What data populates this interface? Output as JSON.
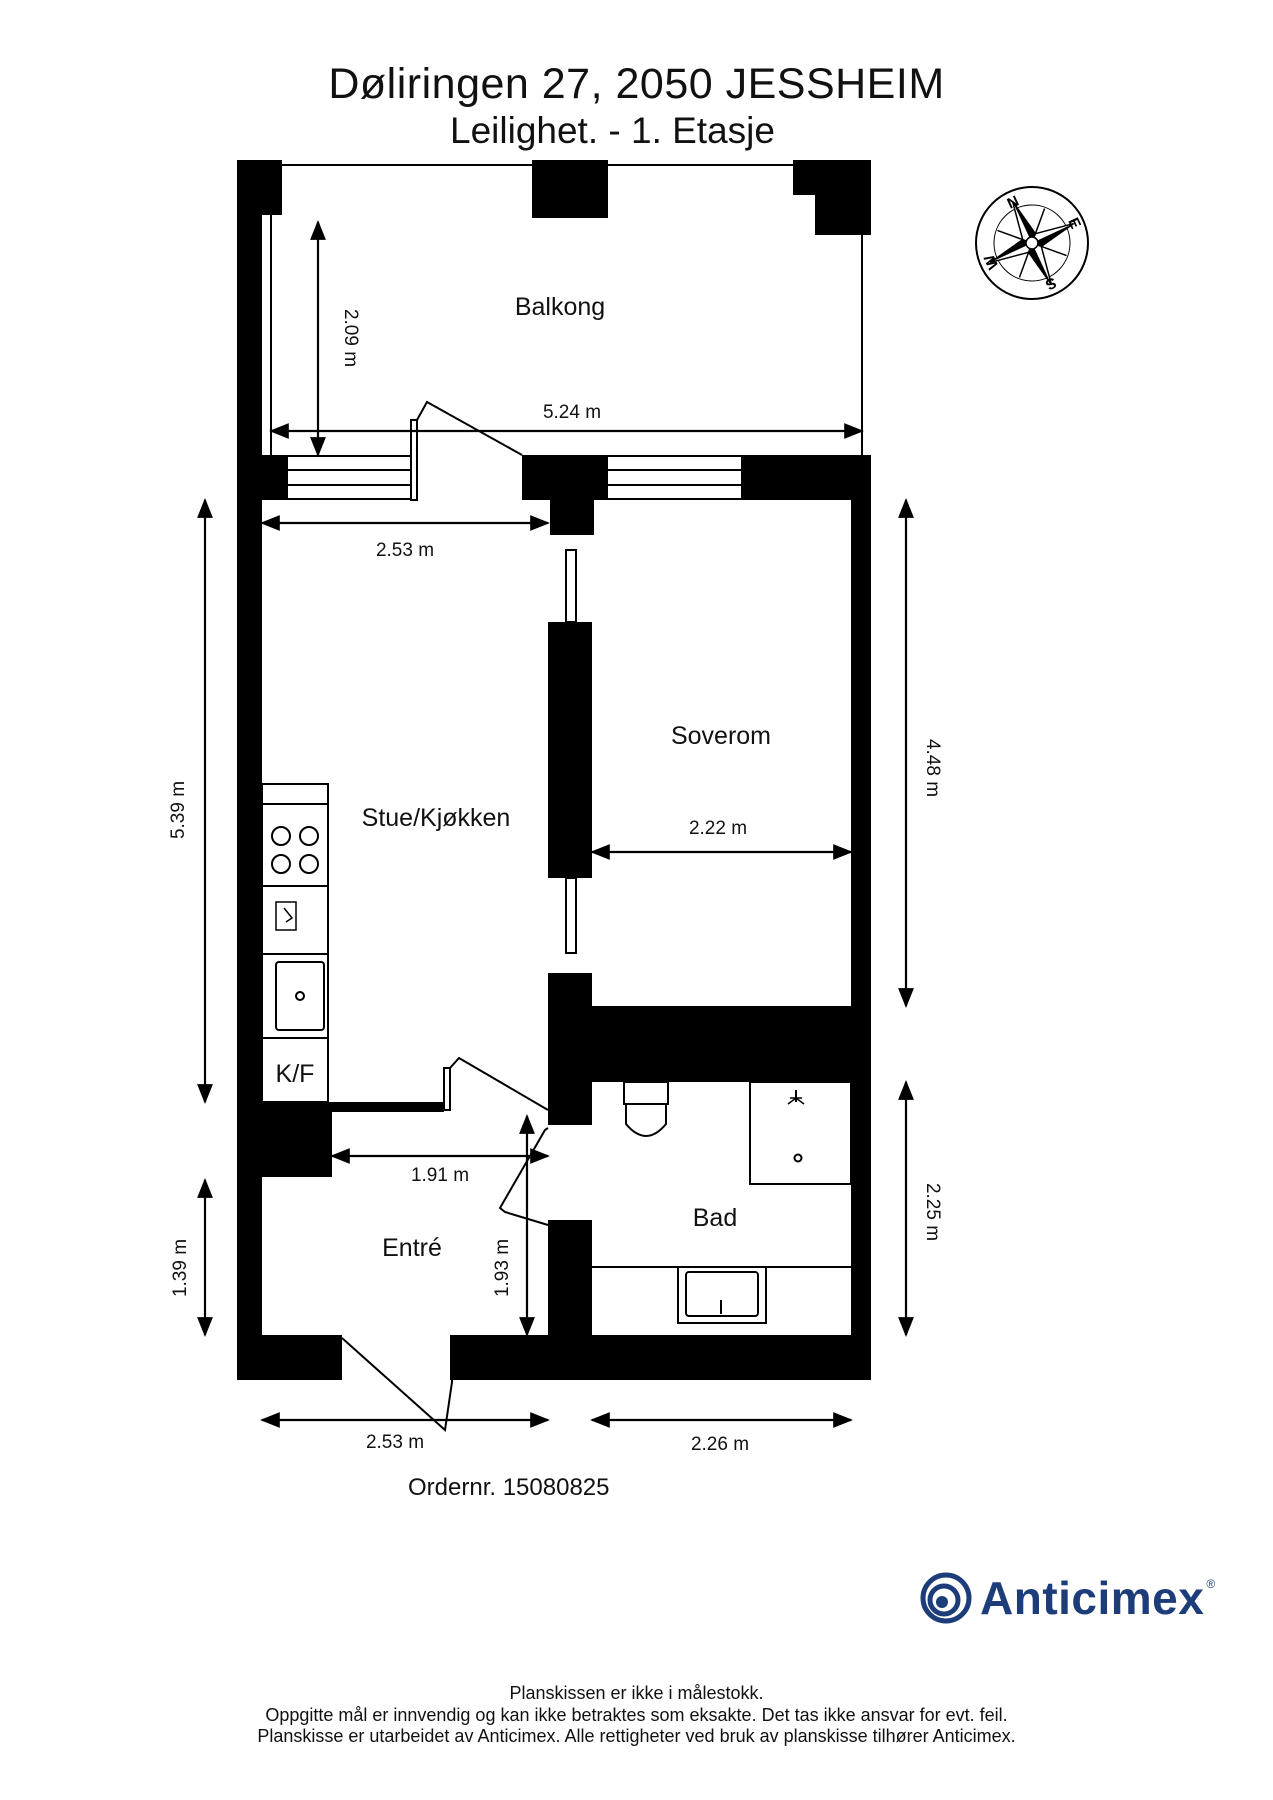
{
  "header": {
    "title": "Døliringen 27, 2050 JESSHEIM",
    "subtitle": "Leilighet.  - 1. Etasje"
  },
  "rooms": {
    "balcony": "Balkong",
    "living_kitchen": "Stue/Kjøkken",
    "bedroom": "Soverom",
    "entrance": "Entré",
    "bathroom": "Bad",
    "fridge": "K/F"
  },
  "dimensions": {
    "balcony_depth": "2.09 m",
    "balcony_width": "5.24 m",
    "living_width": "2.53 m",
    "living_length": "5.39 m",
    "bedroom_length": "4.48 m",
    "bedroom_width": "2.22 m",
    "entrance_width": "1.91 m",
    "entrance_depth": "1.93 m",
    "entrance_height": "1.39 m",
    "bathroom_length": "2.25 m",
    "bottom_left_width": "2.53 m",
    "bottom_right_width": "2.26 m"
  },
  "compass": {
    "n": "N",
    "e": "E",
    "s": "S",
    "w": "W"
  },
  "order_number": "Ordernr. 15080825",
  "logo": {
    "name": "Anticimex",
    "color": "#1c3d7a"
  },
  "footer": {
    "line1": "Planskissen er ikke i målestokk.",
    "line2": "Oppgitte mål er innvendig og kan ikke betraktes som eksakte. Det tas ikke ansvar for evt. feil.",
    "line3": "Planskisse er utarbeidet av Anticimex. Alle rettigheter ved bruk av planskisse tilhører Anticimex."
  }
}
